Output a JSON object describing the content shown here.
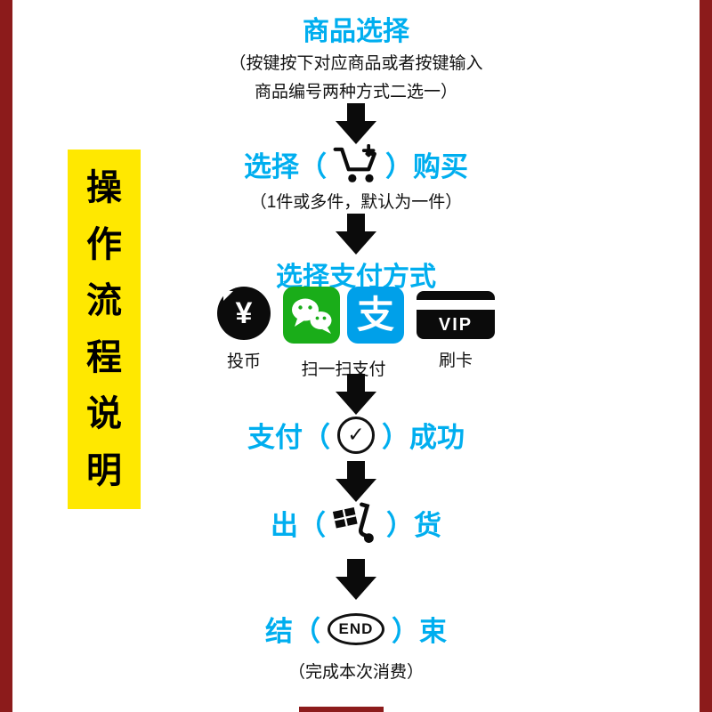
{
  "colors": {
    "border_red": "#8C1B1B",
    "banner_yellow": "#FFE800",
    "accent_cyan": "#00AEEF",
    "wechat_green": "#1AAD19",
    "alipay_blue": "#00A0E9",
    "black": "#0b0b0b"
  },
  "sidebar": {
    "full_text": "操作流程说明",
    "chars": [
      "操",
      "作",
      "流",
      "程",
      "说",
      "明"
    ]
  },
  "flow": {
    "step1": {
      "title": "商品选择",
      "note_line1": "（按键按下对应商品或者按键输入",
      "note_line2": "商品编号两种方式二选一）"
    },
    "step2": {
      "prefix": "选择（",
      "suffix": "）购买",
      "icon": "shopping-cart-icon",
      "note": "（1件或多件，默认为一件）"
    },
    "step3": {
      "title": "选择支付方式",
      "coin_symbol": "¥",
      "alipay_char": "支",
      "card_text": "VIP",
      "labels": {
        "coin": "投币",
        "scan": "扫一扫支付",
        "card": "刷卡"
      },
      "icons": [
        "coin-icon",
        "wechat-icon",
        "alipay-icon",
        "vip-card-icon"
      ]
    },
    "step4": {
      "prefix": "支付（",
      "suffix": "）成功",
      "check_symbol": "✓",
      "icon": "check-circle-icon"
    },
    "step5": {
      "prefix": "出（",
      "suffix": "）货",
      "icon": "delivery-trolley-icon"
    },
    "step6": {
      "prefix": "结（",
      "suffix": "）束",
      "end_text": "END",
      "icon": "end-oval-icon",
      "note": "（完成本次消费）"
    }
  }
}
